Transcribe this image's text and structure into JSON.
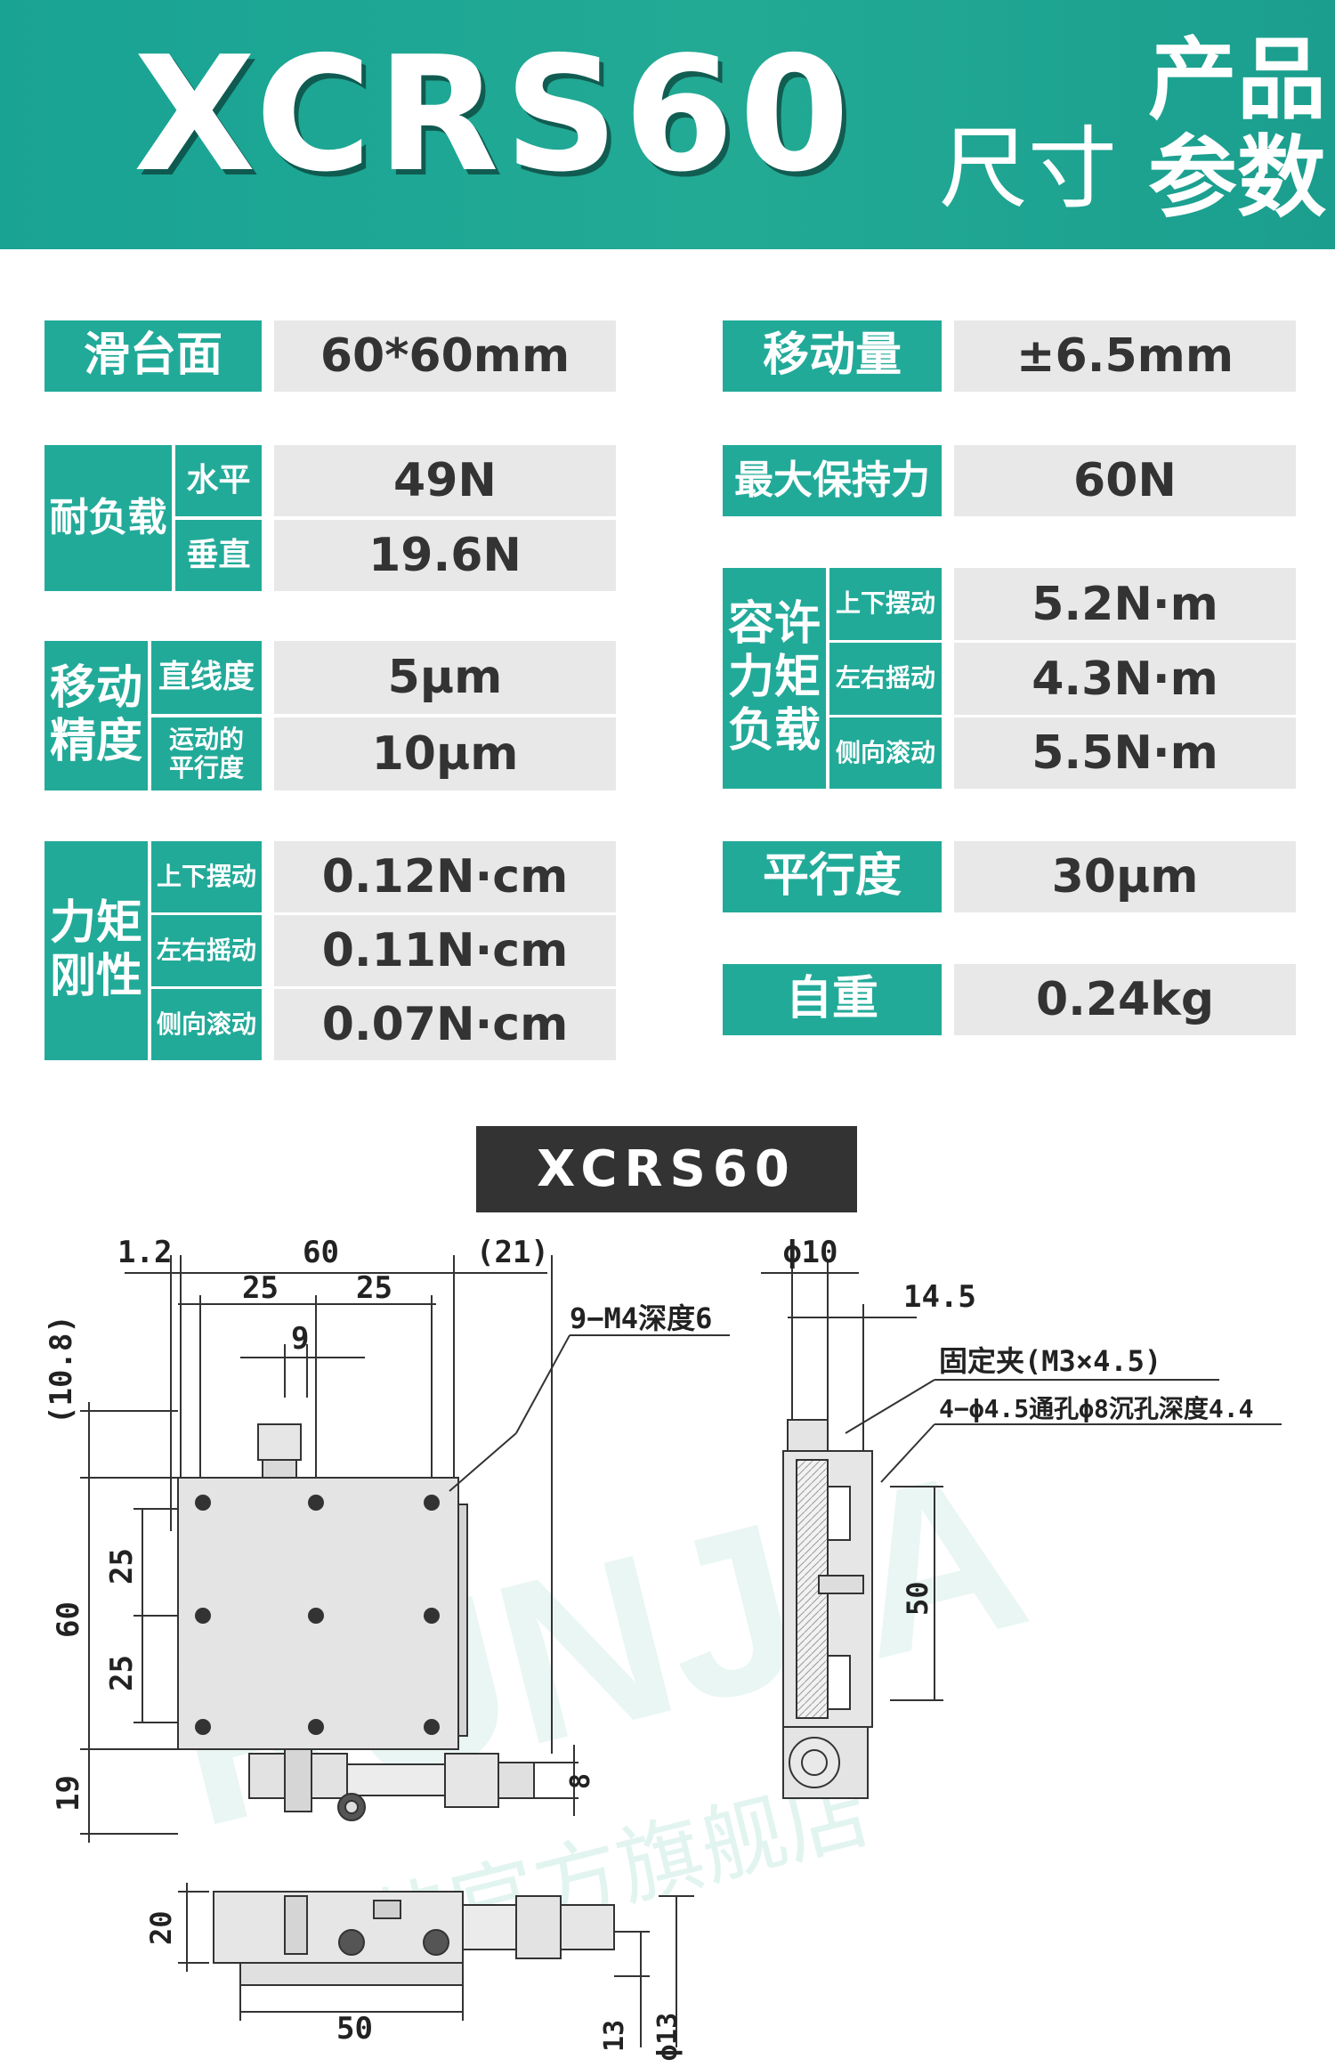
{
  "header": {
    "model": "XCRS60",
    "dimension_label": "尺寸",
    "product_label_1": "产品",
    "product_label_2": "参数"
  },
  "specs": {
    "table_surface": {
      "label": "滑台面",
      "value": "60*60mm"
    },
    "travel": {
      "label": "移动量",
      "value": "±6.5mm"
    },
    "load_capacity": {
      "label": "耐负载",
      "horizontal": {
        "label": "水平",
        "value": "49N"
      },
      "vertical": {
        "label": "垂直",
        "value": "19.6N"
      }
    },
    "max_holding_force": {
      "label": "最大保持力",
      "value": "60N"
    },
    "moving_accuracy": {
      "label_1": "移动",
      "label_2": "精度",
      "straightness": {
        "label": "直线度",
        "value": "5μm"
      },
      "motion_parallelism": {
        "label_1": "运动的",
        "label_2": "平行度",
        "value": "10μm"
      }
    },
    "allowable_moment_load": {
      "label_1": "容许",
      "label_2": "力矩",
      "label_3": "负载",
      "pitch": {
        "label": "上下摆动",
        "value": "5.2N·m"
      },
      "yaw": {
        "label": "左右摇动",
        "value": "4.3N·m"
      },
      "roll": {
        "label": "侧向滚动",
        "value": "5.5N·m"
      }
    },
    "moment_rigidity": {
      "label_1": "力矩",
      "label_2": "刚性",
      "pitch": {
        "label": "上下摆动",
        "value": "0.12N·cm"
      },
      "yaw": {
        "label": "左右摇动",
        "value": "0.11N·cm"
      },
      "roll": {
        "label": "侧向滚动",
        "value": "0.07N·cm"
      }
    },
    "parallelism": {
      "label": "平行度",
      "value": "30μm"
    },
    "weight": {
      "label": "自重",
      "value": "0.24kg"
    }
  },
  "drawing": {
    "model_tag": "XCRS60",
    "dims": {
      "d_1_2": "1.2",
      "d_60_top": "60",
      "d_21": "(21)",
      "d_25_a": "25",
      "d_25_b": "25",
      "d_9": "9",
      "d_10_8": "(10.8)",
      "d_25_c": "25",
      "d_25_d": "25",
      "d_60_left": "60",
      "d_19": "19",
      "d_8": "8",
      "tap_note": "9−M4深度6",
      "d_phi10": "ϕ10",
      "d_14_5": "14.5",
      "clamp_note": "固定夹(M3×4.5)",
      "hole_note": "4−ϕ4.5通孔ϕ8沉孔深度4.4",
      "d_50_side": "50",
      "d_20": "20",
      "d_50_bottom": "50",
      "d_13": "13",
      "d_phi13": "ϕ13"
    },
    "watermark_1": "RUNJIA",
    "watermark_2": "润佳官方旗舰店"
  },
  "colors": {
    "accent": "#22aa99",
    "header": "#1fa593",
    "value_bg": "#e8e8e8",
    "tag_bg": "#333333"
  }
}
